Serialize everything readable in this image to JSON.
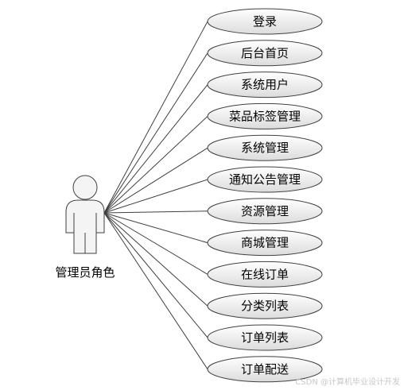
{
  "actor": {
    "label": "管理员角色"
  },
  "use_cases": [
    {
      "label": "登录"
    },
    {
      "label": "后台首页"
    },
    {
      "label": "系统用户"
    },
    {
      "label": "菜品标签管理"
    },
    {
      "label": "系统管理"
    },
    {
      "label": "通知公告管理"
    },
    {
      "label": "资源管理"
    },
    {
      "label": "商城管理"
    },
    {
      "label": "在线订单"
    },
    {
      "label": "分类列表"
    },
    {
      "label": "订单列表"
    },
    {
      "label": "订单配送"
    }
  ],
  "watermark": "CSDN @计算机毕业设计开发",
  "colors": {
    "stroke": "#404040",
    "ellipse_fill_top": "#ffffff",
    "ellipse_fill_bottom": "#dcdcdc",
    "actor_fill": "#f4f4f4"
  }
}
